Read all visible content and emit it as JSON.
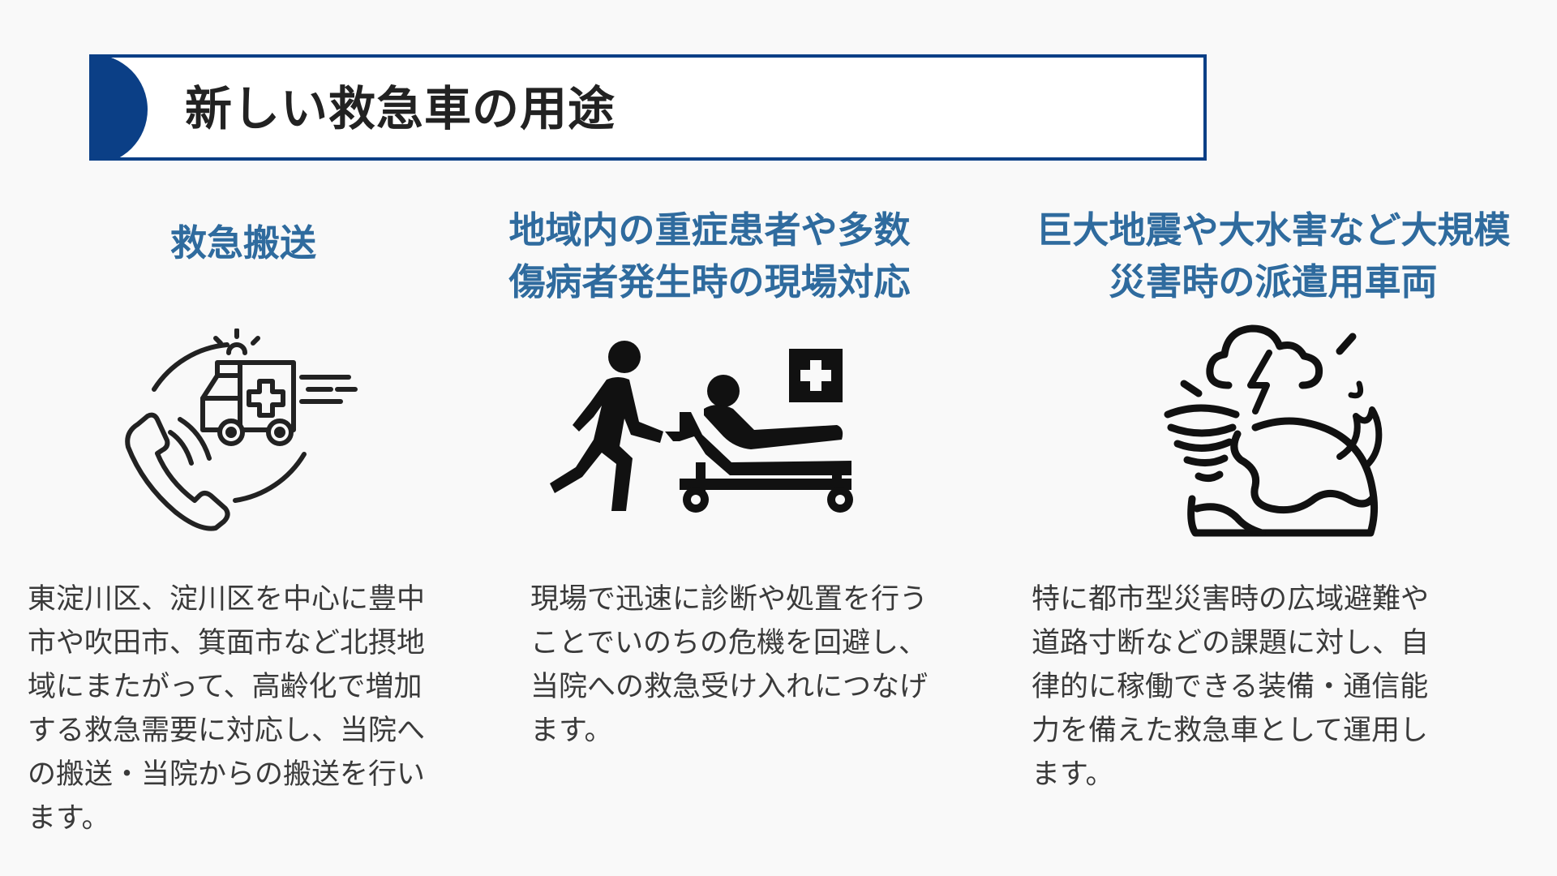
{
  "title": "新しい救急車の用途",
  "columns": [
    {
      "heading_lines": [
        "救急搬送"
      ],
      "icon": "ambulance-call-icon",
      "body_lines": [
        "東淀川区、淀川区を中心に豊中",
        "市や吹田市、箕面市など北摂地",
        "域にまたがって、高齢化で増加",
        "する救急需要に対応し、当院へ",
        "の搬送・当院からの搬送を行い",
        "ます。"
      ]
    },
    {
      "heading_lines": [
        "地域内の重症患者や多数",
        "傷病者発生時の現場対応"
      ],
      "icon": "stretcher-patient-icon",
      "body_lines": [
        "現場で迅速に診断や処置を行う",
        "ことでいのちの危機を回避し、",
        "当院への救急受け入れにつなげ",
        "ます。"
      ]
    },
    {
      "heading_lines": [
        "巨大地震や大水害など大規模",
        "災害時の派遣用車両"
      ],
      "icon": "natural-disaster-icon",
      "body_lines": [
        "特に都市型災害時の広域避難や",
        "道路寸断などの課題に対し、自",
        "律的に稼働できる装備・通信能",
        "力を備えた救急車として運用し",
        "ます。"
      ]
    }
  ],
  "colors": {
    "accent": "#0b3f86",
    "heading": "#2f6b9e",
    "text": "#3a3a3a",
    "background": "#f9f9f9"
  }
}
